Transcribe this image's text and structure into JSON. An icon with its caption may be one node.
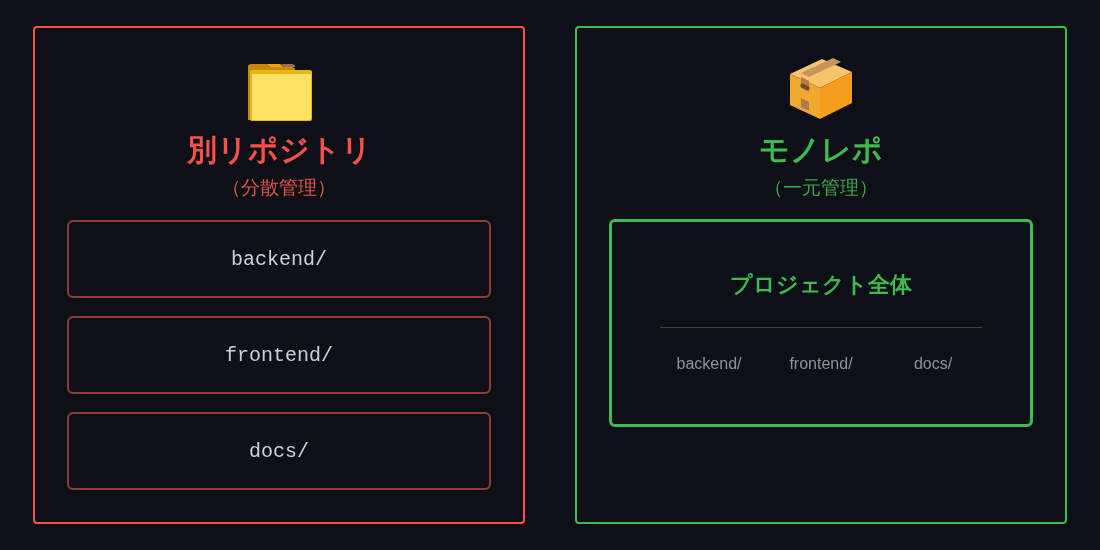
{
  "diagram": {
    "nodes": [
      {
        "text": [
          "別リポジトリ",
          "（分散管理）"
        ]
      },
      {
        "text": [
          "backend/"
        ],
        "in": 0
      },
      {
        "text": [
          "frontend/"
        ],
        "in": 0
      },
      {
        "text": [
          "docs/"
        ],
        "in": 0
      },
      {
        "text": [
          "モノレポ",
          "（一元管理）"
        ]
      },
      {
        "text": [
          "プロジェクト全体",
          "backend/",
          "frontend/",
          "docs/"
        ],
        "in": 4
      }
    ]
  }
}
